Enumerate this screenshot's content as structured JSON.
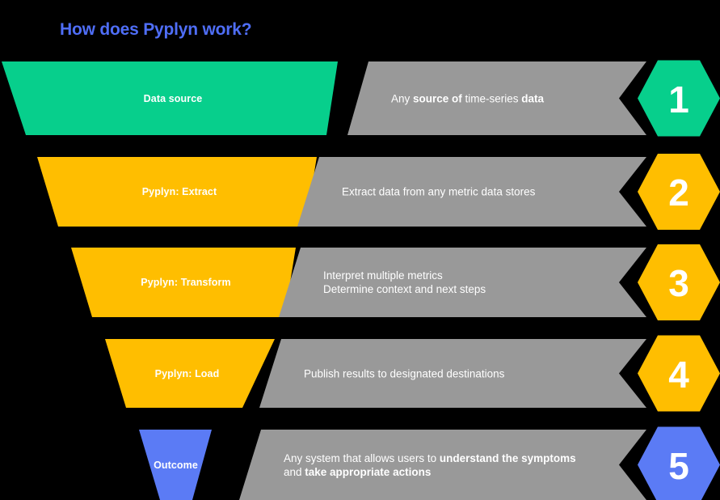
{
  "title": "How does Pyplyn work?",
  "theme": {
    "background": "#000000",
    "title_color": "#4f6ef7",
    "bar_color": "#999999",
    "text_color": "#ffffff",
    "green": "#07cf8c",
    "yellow": "#ffbe00",
    "blue": "#5b7bf5"
  },
  "steps": [
    {
      "number": "1",
      "stage_label": "Data source",
      "color": "#07cf8c",
      "description_lines": [
        [
          {
            "text": "Any ",
            "bold": false
          },
          {
            "text": "source of",
            "bold": true
          },
          {
            "text": " time-series ",
            "bold": false
          },
          {
            "text": "data",
            "bold": true
          }
        ]
      ]
    },
    {
      "number": "2",
      "stage_label": "Pyplyn: Extract",
      "color": "#ffbe00",
      "description_lines": [
        [
          {
            "text": "Extract data from any metric data stores",
            "bold": false
          }
        ]
      ]
    },
    {
      "number": "3",
      "stage_label": "Pyplyn: Transform",
      "color": "#ffbe00",
      "description_lines": [
        [
          {
            "text": "Interpret multiple metrics",
            "bold": false
          }
        ],
        [
          {
            "text": "Determine context and next steps",
            "bold": false
          }
        ]
      ]
    },
    {
      "number": "4",
      "stage_label": "Pyplyn: Load",
      "color": "#ffbe00",
      "description_lines": [
        [
          {
            "text": "Publish results to designated destinations",
            "bold": false
          }
        ]
      ]
    },
    {
      "number": "5",
      "stage_label": "Outcome",
      "color": "#5b7bf5",
      "description_lines": [
        [
          {
            "text": "Any system that allows users to ",
            "bold": false
          },
          {
            "text": "understand the symptoms",
            "bold": true
          }
        ],
        [
          {
            "text": "and ",
            "bold": false
          },
          {
            "text": "take appropriate actions",
            "bold": true
          }
        ]
      ]
    }
  ]
}
